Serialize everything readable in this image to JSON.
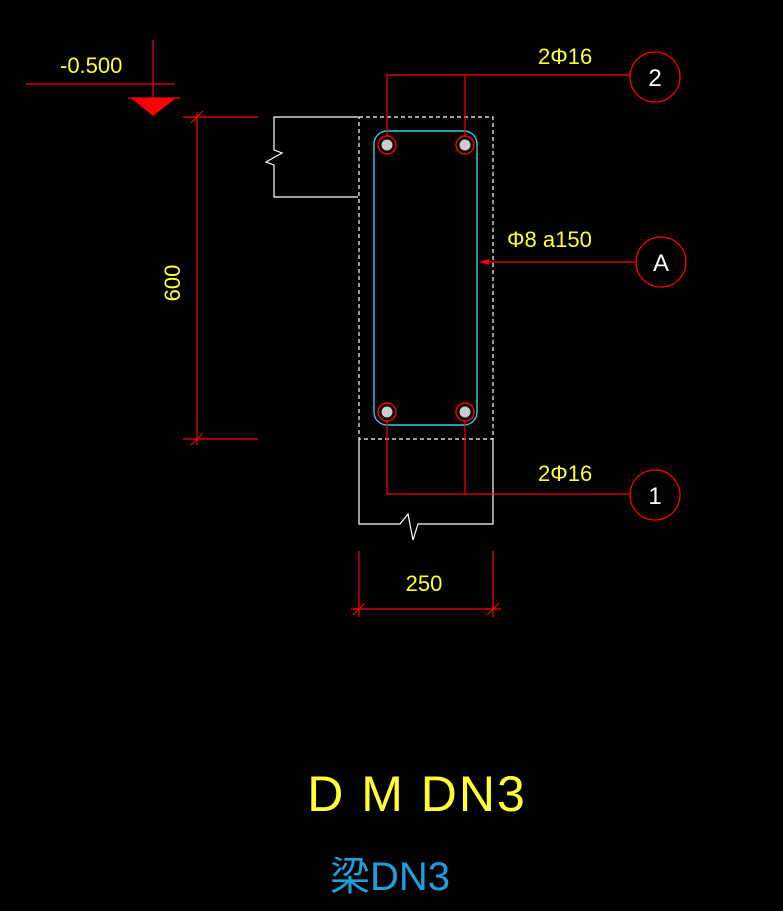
{
  "drawing": {
    "elevation": "-0.500",
    "height_dim": "600",
    "width_dim": "250",
    "top_rebar": "2Φ16",
    "bottom_rebar": "2Φ16",
    "stirrup": "Φ8 a150",
    "top_bubble": "2",
    "bottom_bubble": "1",
    "stirrup_bubble": "A",
    "title": "D M DN3",
    "subtitle": "梁DN3"
  },
  "colors": {
    "background": "#000000",
    "white_line": "#ffffff",
    "red_line": "#ff0000",
    "cyan_line": "#33ccee",
    "yellow_text": "#ffff33",
    "subtitle_text": "#1e9fe0",
    "rebar_fill": "#cccccc"
  }
}
